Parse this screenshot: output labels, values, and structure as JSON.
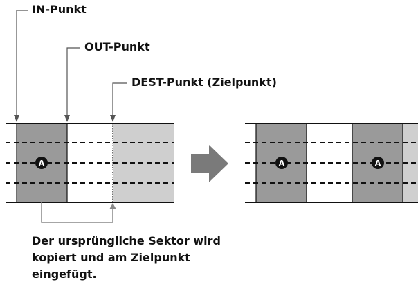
{
  "labels": {
    "in_point": "IN-Punkt",
    "out_point": "OUT-Punkt",
    "dest_point": "DEST-Punkt (Zielpunkt)"
  },
  "marker_letter": "A",
  "caption_lines": [
    "Der ursprüngliche Sektor wird",
    "kopiert und am Zielpunkt",
    "eingefügt."
  ],
  "colors": {
    "segment_a": "#9a9a9a",
    "segment_light": "#cfcfcf",
    "arrow": "#7a7a7a",
    "line": "#111111",
    "connector": "#888888"
  }
}
